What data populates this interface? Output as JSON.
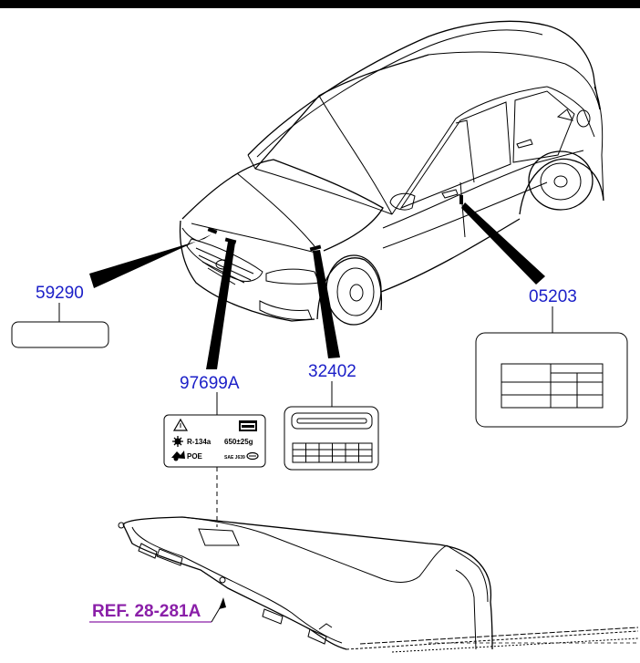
{
  "diagram": {
    "callouts": [
      {
        "id": "hood_label",
        "part_number": "59290"
      },
      {
        "id": "refrigerant_label",
        "part_number": "97699A"
      },
      {
        "id": "emission_label",
        "part_number": "32402"
      },
      {
        "id": "tire_label",
        "part_number": "05203"
      }
    ],
    "reference": {
      "text": "REF. 28-281A"
    },
    "refrigerant_label_content": {
      "row1_left": "R-134a",
      "row1_right": "650±25g",
      "row2_left": "POE",
      "row2_right": "SAE J639"
    },
    "colors": {
      "part_number": "#1c20c8",
      "reference": "#8a1fa8",
      "line": "#000000"
    },
    "icons": [
      "warning-triangle-icon",
      "battery-icon",
      "gear-icon",
      "compressor-icon",
      "recycle-icon"
    ]
  }
}
